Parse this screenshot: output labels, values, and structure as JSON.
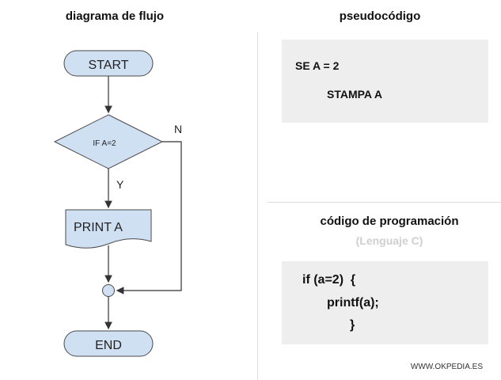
{
  "flowchart": {
    "title": "diagrama de flujo",
    "start_label": "START",
    "decision_label": "IF A=2",
    "no_label": "N",
    "yes_label": "Y",
    "print_label": "PRINT A",
    "end_label": "END",
    "colors": {
      "fill": "#cfe0f3",
      "stroke": "#4a4a4a"
    }
  },
  "pseudocode": {
    "title": "pseudocódigo",
    "line1": "SE A = 2",
    "line2": "STAMPA A"
  },
  "programming": {
    "title": "código de programación",
    "subtitle": "(Lenguaje C)",
    "line1": "if (a=2)  {",
    "line2": "printf(a);",
    "line3": "}"
  },
  "footer": {
    "credit": "WWW.OKPEDIA.ES"
  }
}
